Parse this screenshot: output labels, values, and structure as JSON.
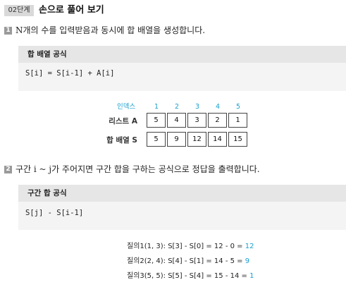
{
  "header": {
    "badge": "02단계",
    "title": "손으로 풀어 보기"
  },
  "step1": {
    "number": "1",
    "text": "N개의 수를 입력받음과 동시에 합 배열을 생성합니다.",
    "box_title": "합 배열 공식",
    "formula": "S[i] = S[i-1] + A[i]"
  },
  "table": {
    "index_label": "인덱스",
    "indices": [
      "1",
      "2",
      "3",
      "4",
      "5"
    ],
    "list_label": "리스트 A",
    "list_values": [
      "5",
      "4",
      "3",
      "2",
      "1"
    ],
    "sum_label": "합 배열 S",
    "sum_values": [
      "5",
      "9",
      "12",
      "14",
      "15"
    ]
  },
  "step2": {
    "number": "2",
    "text": "구간 i ~ j가 주어지면 구간 합을 구하는 공식으로 정답을 출력합니다.",
    "box_title": "구간 합 공식",
    "formula": "S[j] - S[i-1]"
  },
  "queries": [
    {
      "expr": "질의1(1, 3): S[3] - S[0] = 12 - 0 = ",
      "result": "12"
    },
    {
      "expr": "질의2(2, 4): S[4] - S[1] = 14 - 5 = ",
      "result": "9"
    },
    {
      "expr": "질의3(5, 5): S[5] - S[4] = 15 - 14 = ",
      "result": "1"
    }
  ],
  "colors": {
    "accent": "#1aa0cf",
    "box_header": "#e6e6e6",
    "box_body": "#f4f4f4",
    "badge": "#d9d9d9"
  }
}
